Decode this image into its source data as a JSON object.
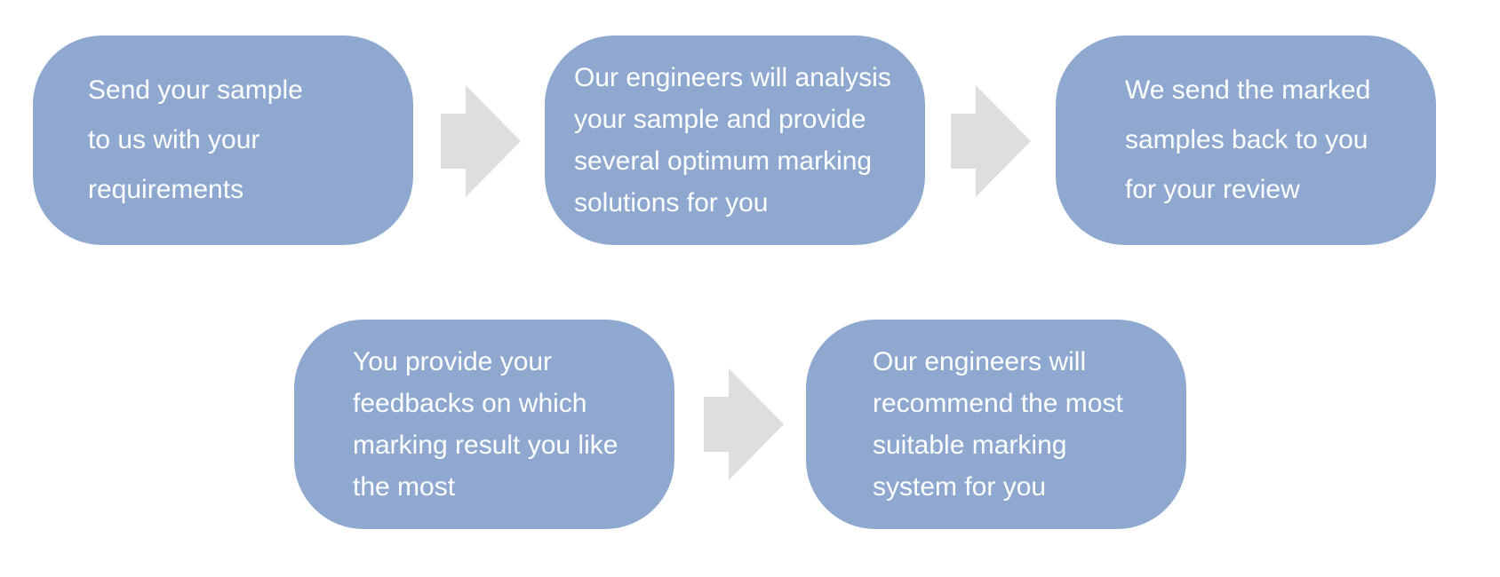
{
  "colors": {
    "box_fill": "#8ea8cf",
    "arrow_fill": "#dedede",
    "text": "#ffffff",
    "background": "#ffffff"
  },
  "steps": [
    {
      "lines": [
        "Send your sample",
        "to us with your",
        "requirements"
      ]
    },
    {
      "lines": [
        "Our engineers will analysis",
        "your sample and provide",
        "several optimum marking",
        "solutions for you"
      ]
    },
    {
      "lines": [
        "We send the marked",
        "samples back to you",
        "for your review"
      ]
    },
    {
      "lines": [
        "You provide your",
        "feedbacks on which",
        "marking result you like",
        "the most"
      ]
    },
    {
      "lines": [
        "Our engineers will",
        "recommend the most",
        "suitable marking",
        "system for you"
      ]
    }
  ]
}
